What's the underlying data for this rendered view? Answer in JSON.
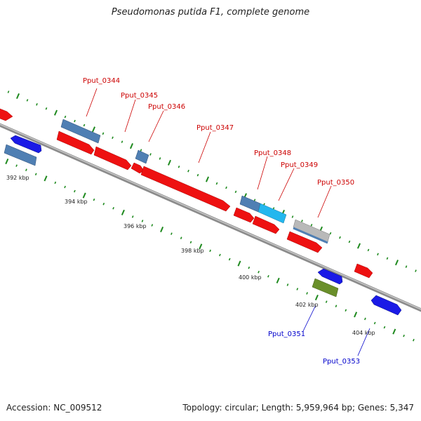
{
  "title": "Pseudomonas putida F1, complete genome",
  "footer": {
    "accession": "Accession: NC_009512",
    "stats": "Topology: circular; Length: 5,959,964 bp; Genes: 5,347"
  },
  "colors": {
    "backbone": "#8c8c8c",
    "tick": "#1f8a1f",
    "red_gene": "#ee1111",
    "blue_gene": "#1a1ae6",
    "steel_gene": "#4f7fb3",
    "cyan_gene": "#23b7ee",
    "grey_gene": "#b9b9b9",
    "olive_gene": "#6a8f2a",
    "label_red": "#cc0000",
    "label_blue": "#0000cc"
  },
  "kbp_labels": [
    "392 kbp",
    "394 kbp",
    "396 kbp",
    "398 kbp",
    "400 kbp",
    "402 kbp",
    "404 kbp"
  ],
  "gene_labels": [
    {
      "text": "Pput_0344",
      "color": "red"
    },
    {
      "text": "Pput_0345",
      "color": "red"
    },
    {
      "text": "Pput_0346",
      "color": "red"
    },
    {
      "text": "Pput_0347",
      "color": "red"
    },
    {
      "text": "Pput_0348",
      "color": "red"
    },
    {
      "text": "Pput_0349",
      "color": "red"
    },
    {
      "text": "Pput_0350",
      "color": "red"
    },
    {
      "text": "Pput_0351",
      "color": "blue"
    },
    {
      "text": "Pput_0353",
      "color": "blue"
    }
  ]
}
